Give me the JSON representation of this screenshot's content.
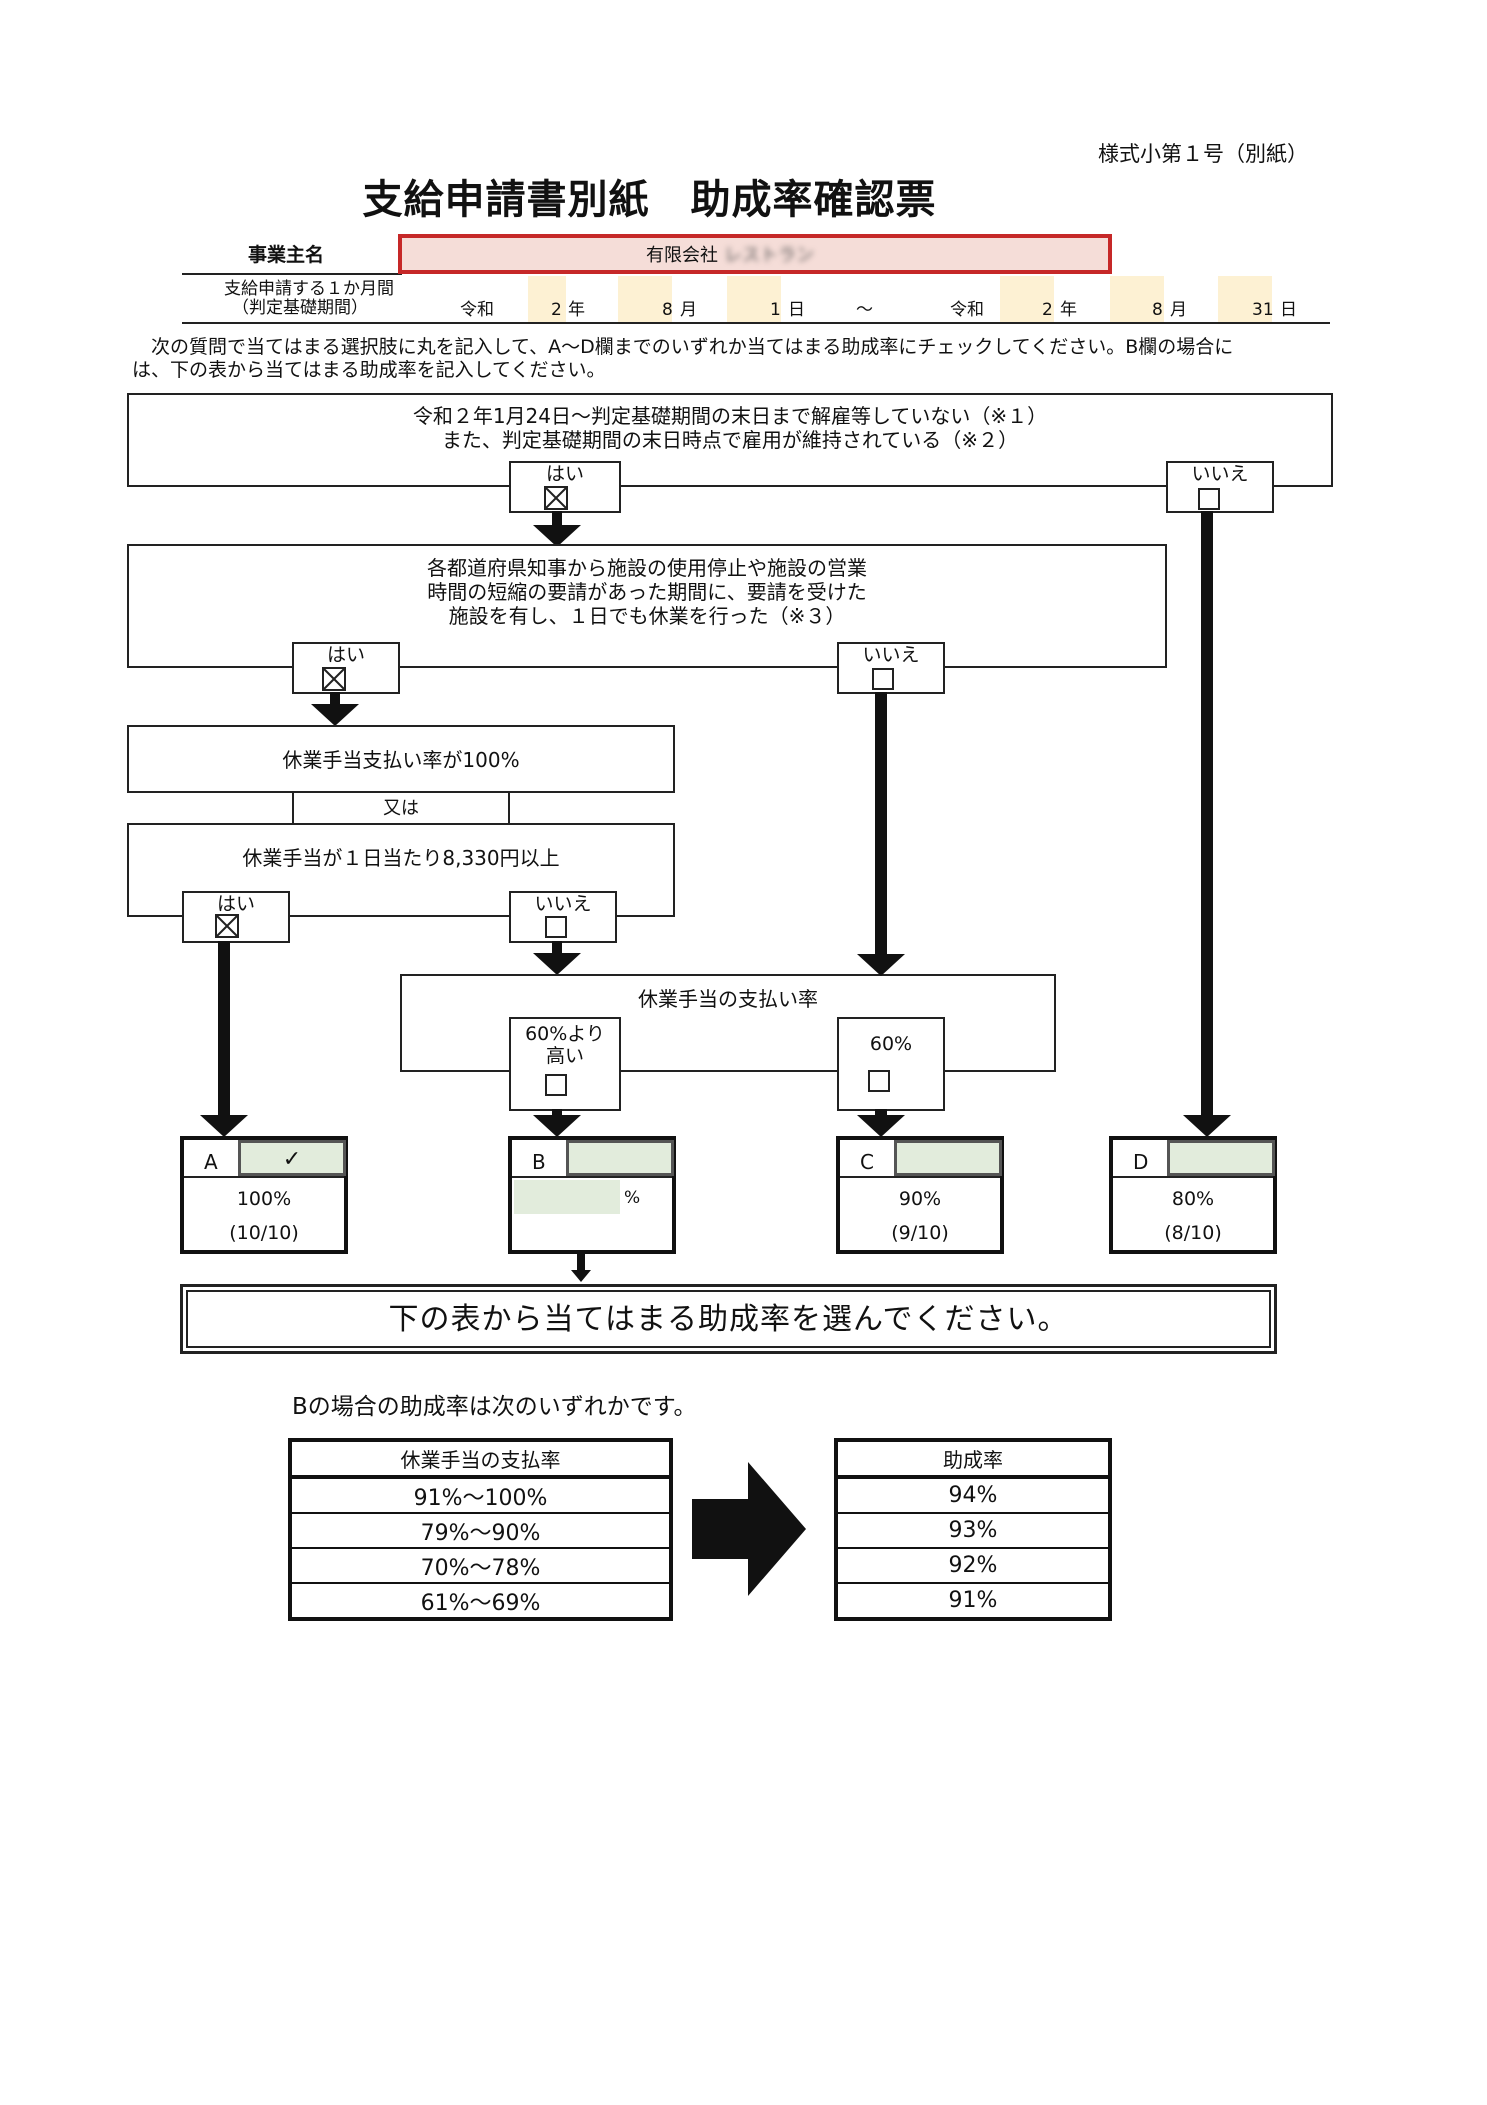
{
  "form_number": "様式小第１号（別紙）",
  "title": "支給申請書別紙　助成率確認票",
  "employer": {
    "label": "事業主名",
    "value": "有限会社",
    "redacted_value": "レストラン"
  },
  "period": {
    "label_line1": "支給申請する１か月間",
    "label_line2": "（判定基礎期間）",
    "start": {
      "era": "令和",
      "year": "2",
      "year_unit": "年",
      "month": "8",
      "month_unit": "月",
      "day": "1",
      "day_unit": "日"
    },
    "separator": "～",
    "end": {
      "era": "令和",
      "year": "2",
      "year_unit": "年",
      "month": "8",
      "month_unit": "月",
      "day": "31",
      "day_unit": "日"
    }
  },
  "instructions": {
    "line1": "　次の質問で当てはまる選択肢に丸を記入して、A～D欄までのいずれか当てはまる助成率にチェックしてください。B欄の場合に",
    "line2": "は、下の表から当てはまる助成率を記入してください。"
  },
  "q1": {
    "line1": "令和２年1月24日～判定基礎期間の末日まで解雇等していない（※１）",
    "line2": "また、判定基礎期間の末日時点で雇用が維持されている（※２）",
    "yes": "はい",
    "no": "いいえ",
    "yes_checked": true,
    "no_checked": false
  },
  "q2": {
    "line1": "各都道府県知事から施設の使用停止や施設の営業",
    "line2": "時間の短縮の要請があった期間に、要請を受けた",
    "line3": "施設を有し、１日でも休業を行った（※３）",
    "yes": "はい",
    "no": "いいえ",
    "yes_checked": true,
    "no_checked": false
  },
  "q3": {
    "cond1": "休業手当支払い率が100%",
    "or": "又は",
    "cond2": "休業手当が１日当たり8,330円以上",
    "yes": "はい",
    "no": "いいえ",
    "yes_checked": true,
    "no_checked": false
  },
  "q4": {
    "label": "休業手当の支払い率",
    "high_line1": "60%より",
    "high_line2": "高い",
    "sixty": "60%",
    "high_checked": false,
    "sixty_checked": false
  },
  "results": [
    {
      "letter": "A",
      "check": "✓",
      "rate": "100%",
      "fraction": "(10/10)"
    },
    {
      "letter": "B",
      "check": "",
      "rate": "",
      "unit": "%"
    },
    {
      "letter": "C",
      "check": "",
      "rate": "90%",
      "fraction": "(9/10)"
    },
    {
      "letter": "D",
      "check": "",
      "rate": "80%",
      "fraction": "(8/10)"
    }
  ],
  "select_banner": "下の表から当てはまる助成率を選んでください。",
  "b_caption": "Bの場合の助成率は次のいずれかです。",
  "table_left": {
    "header": "休業手当の支払率",
    "rows": [
      "91%～100%",
      "79%～90%",
      "70%～78%",
      "61%～69%"
    ]
  },
  "table_right": {
    "header": "助成率",
    "rows": [
      "94%",
      "93%",
      "92%",
      "91%"
    ]
  },
  "colors": {
    "employer_border": "#c62828",
    "employer_fill": "#f5ddd8",
    "date_fill": "#fdf1d3",
    "result_fill": "#e2ecdc"
  }
}
